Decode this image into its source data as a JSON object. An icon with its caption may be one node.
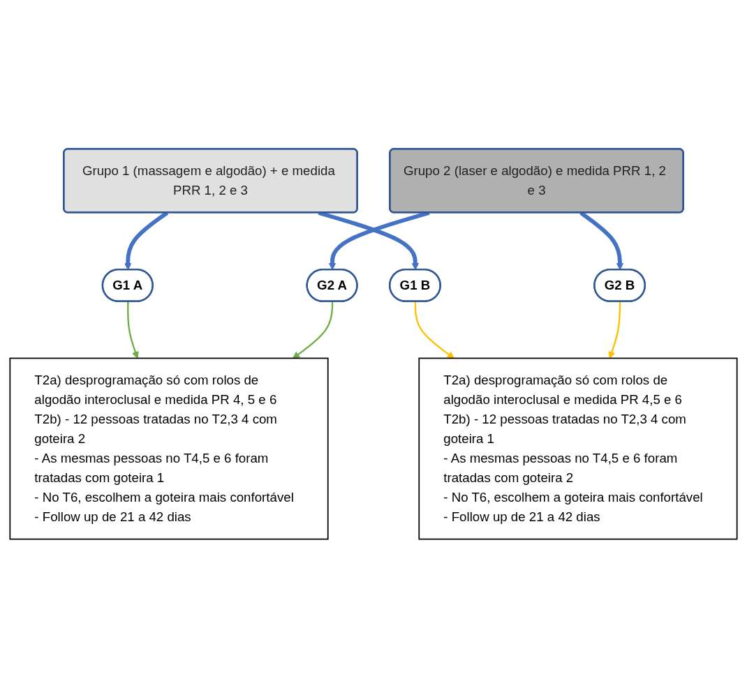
{
  "diagram": {
    "nodes": [
      {
        "text": [
          "Grupo 1 (massagem e algodão) + e medida PRR 1, 2 e 3"
        ]
      },
      {
        "text": [
          "Grupo 2 (laser e algodão) e medida PRR 1, 2 e 3"
        ]
      },
      {
        "text": [
          "G1 A"
        ]
      },
      {
        "text": [
          "G1 B"
        ]
      },
      {
        "text": [
          "G2 A"
        ]
      },
      {
        "text": [
          "G2 B"
        ]
      },
      {
        "text": [
          "T2a) desprogramação só com rolos de algodão interoclusal e medida PR 4, 5 e 6",
          "T2b) - 12 pessoas tratadas no T2,3 4 com goteira 2",
          "- As mesmas pessoas no T4,5 e 6 foram tratadas com goteira 1",
          "- No T6, escolhem a goteira mais confortável",
          "- Follow up de 21 a 42 dias"
        ]
      },
      {
        "text": [
          "T2a) desprogramação só com rolos de algodão interoclusal e medida PR 4,5 e 6",
          "T2b) - 12 pessoas tratadas no T2,3 4 com goteira 1",
          "- As mesmas pessoas no T4,5 e 6 foram tratadas com goteira 2",
          "- No T6, escolhem a goteira mais confortável",
          "- Follow up de 21 a 42 dias"
        ]
      }
    ],
    "edges": [
      {
        "from": 0,
        "to": 2,
        "arrow": "to",
        "style": "thick",
        "color": "#4472c4"
      },
      {
        "from": 0,
        "to": 3,
        "arrow": "to",
        "style": "thick",
        "color": "#4472c4"
      },
      {
        "from": 1,
        "to": 4,
        "arrow": "to",
        "style": "thick",
        "color": "#4472c4"
      },
      {
        "from": 1,
        "to": 5,
        "arrow": "to",
        "style": "thick",
        "color": "#4472c4"
      },
      {
        "from": 2,
        "to": 6,
        "arrow": "to",
        "color": "#70ad47"
      },
      {
        "from": 3,
        "to": 7,
        "arrow": "to",
        "color": "#ffc000"
      },
      {
        "from": 4,
        "to": 6,
        "arrow": "to",
        "color": "#70ad47"
      },
      {
        "from": 5,
        "to": 7,
        "arrow": "to",
        "color": "#ffc000"
      }
    ]
  }
}
